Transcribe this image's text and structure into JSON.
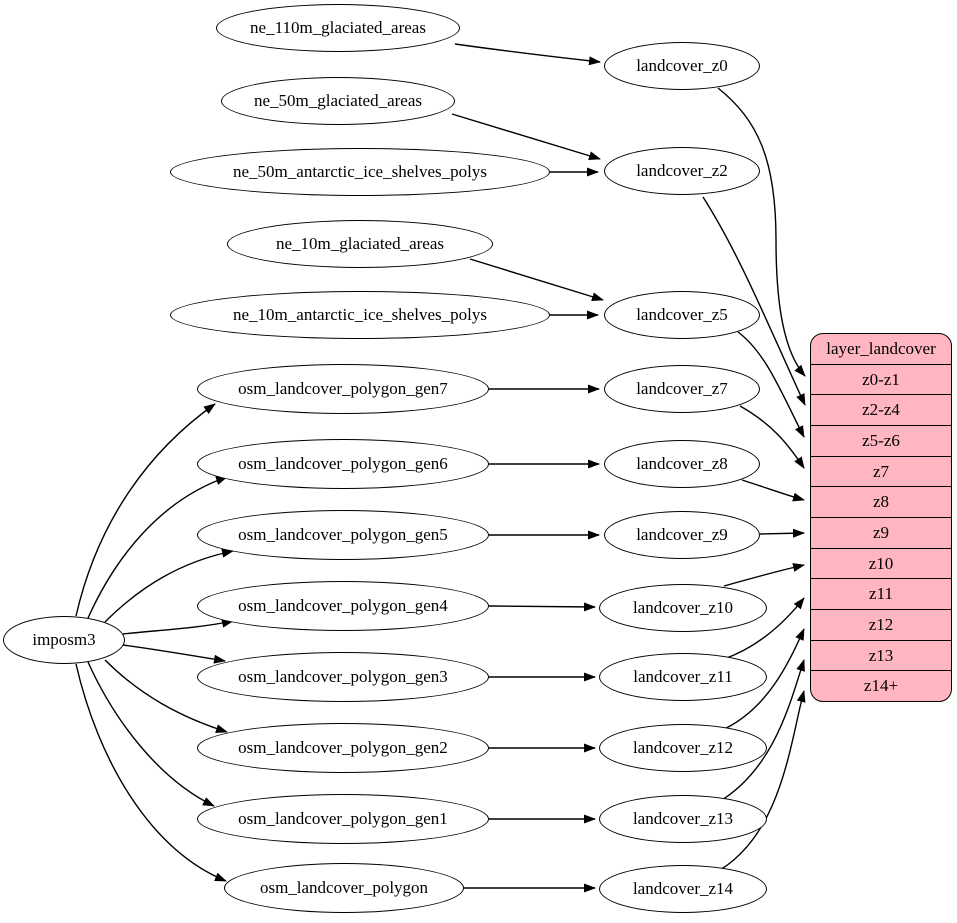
{
  "diagram": {
    "colors": {
      "background": "#ffffff",
      "node_fill": "#ffffff",
      "node_border": "#000000",
      "edge": "#000000",
      "table_fill": "#ffb6c1"
    },
    "nodes": {
      "imposm3": "imposm3",
      "ne_110m_glaciated_areas": "ne_110m_glaciated_areas",
      "ne_50m_glaciated_areas": "ne_50m_glaciated_areas",
      "ne_50m_antarctic_ice_shelves_polys": "ne_50m_antarctic_ice_shelves_polys",
      "ne_10m_glaciated_areas": "ne_10m_glaciated_areas",
      "ne_10m_antarctic_ice_shelves_polys": "ne_10m_antarctic_ice_shelves_polys",
      "osm_landcover_polygon_gen7": "osm_landcover_polygon_gen7",
      "osm_landcover_polygon_gen6": "osm_landcover_polygon_gen6",
      "osm_landcover_polygon_gen5": "osm_landcover_polygon_gen5",
      "osm_landcover_polygon_gen4": "osm_landcover_polygon_gen4",
      "osm_landcover_polygon_gen3": "osm_landcover_polygon_gen3",
      "osm_landcover_polygon_gen2": "osm_landcover_polygon_gen2",
      "osm_landcover_polygon_gen1": "osm_landcover_polygon_gen1",
      "osm_landcover_polygon": "osm_landcover_polygon",
      "landcover_z0": "landcover_z0",
      "landcover_z2": "landcover_z2",
      "landcover_z5": "landcover_z5",
      "landcover_z7": "landcover_z7",
      "landcover_z8": "landcover_z8",
      "landcover_z9": "landcover_z9",
      "landcover_z10": "landcover_z10",
      "landcover_z11": "landcover_z11",
      "landcover_z12": "landcover_z12",
      "landcover_z13": "landcover_z13",
      "landcover_z14": "landcover_z14"
    },
    "table": {
      "title": "layer_landcover",
      "rows": [
        "z0-z1",
        "z2-z4",
        "z5-z6",
        "z7",
        "z8",
        "z9",
        "z10",
        "z11",
        "z12",
        "z13",
        "z14+"
      ]
    },
    "edges": [
      {
        "from": "ne_110m_glaciated_areas",
        "to": "landcover_z0"
      },
      {
        "from": "ne_50m_glaciated_areas",
        "to": "landcover_z2"
      },
      {
        "from": "ne_50m_antarctic_ice_shelves_polys",
        "to": "landcover_z2"
      },
      {
        "from": "ne_10m_glaciated_areas",
        "to": "landcover_z5"
      },
      {
        "from": "ne_10m_antarctic_ice_shelves_polys",
        "to": "landcover_z5"
      },
      {
        "from": "imposm3",
        "to": "osm_landcover_polygon_gen7"
      },
      {
        "from": "imposm3",
        "to": "osm_landcover_polygon_gen6"
      },
      {
        "from": "imposm3",
        "to": "osm_landcover_polygon_gen5"
      },
      {
        "from": "imposm3",
        "to": "osm_landcover_polygon_gen4"
      },
      {
        "from": "imposm3",
        "to": "osm_landcover_polygon_gen3"
      },
      {
        "from": "imposm3",
        "to": "osm_landcover_polygon_gen2"
      },
      {
        "from": "imposm3",
        "to": "osm_landcover_polygon_gen1"
      },
      {
        "from": "imposm3",
        "to": "osm_landcover_polygon"
      },
      {
        "from": "osm_landcover_polygon_gen7",
        "to": "landcover_z7"
      },
      {
        "from": "osm_landcover_polygon_gen6",
        "to": "landcover_z8"
      },
      {
        "from": "osm_landcover_polygon_gen5",
        "to": "landcover_z9"
      },
      {
        "from": "osm_landcover_polygon_gen4",
        "to": "landcover_z10"
      },
      {
        "from": "osm_landcover_polygon_gen3",
        "to": "landcover_z11"
      },
      {
        "from": "osm_landcover_polygon_gen2",
        "to": "landcover_z12"
      },
      {
        "from": "osm_landcover_polygon_gen1",
        "to": "landcover_z13"
      },
      {
        "from": "osm_landcover_polygon",
        "to": "landcover_z14"
      },
      {
        "from": "landcover_z0",
        "to": "layer_landcover",
        "port": "z0-z1"
      },
      {
        "from": "landcover_z2",
        "to": "layer_landcover",
        "port": "z2-z4"
      },
      {
        "from": "landcover_z5",
        "to": "layer_landcover",
        "port": "z5-z6"
      },
      {
        "from": "landcover_z7",
        "to": "layer_landcover",
        "port": "z7"
      },
      {
        "from": "landcover_z8",
        "to": "layer_landcover",
        "port": "z8"
      },
      {
        "from": "landcover_z9",
        "to": "layer_landcover",
        "port": "z9"
      },
      {
        "from": "landcover_z10",
        "to": "layer_landcover",
        "port": "z10"
      },
      {
        "from": "landcover_z11",
        "to": "layer_landcover",
        "port": "z11"
      },
      {
        "from": "landcover_z12",
        "to": "layer_landcover",
        "port": "z12"
      },
      {
        "from": "landcover_z13",
        "to": "layer_landcover",
        "port": "z13"
      },
      {
        "from": "landcover_z14",
        "to": "layer_landcover",
        "port": "z14+"
      }
    ]
  }
}
